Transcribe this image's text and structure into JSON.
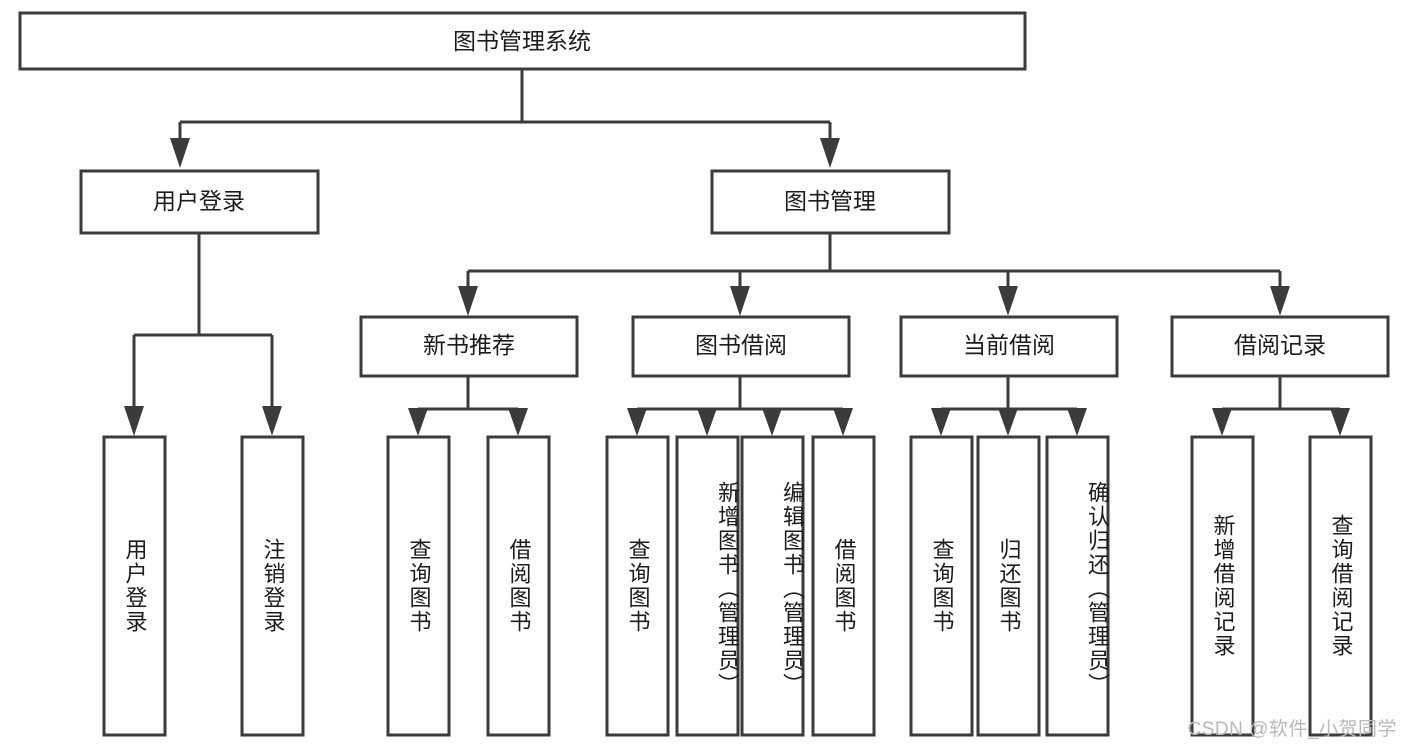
{
  "diagram": {
    "title": "图书管理系统",
    "type": "tree",
    "watermark": "CSDN @软件_小贺同学",
    "colors": {
      "stroke": "#3b3b3b",
      "fill": "#ffffff",
      "text": "#1c1c1c",
      "watermark": "#b9b9b9",
      "background": "#ffffff"
    },
    "root": {
      "label": "图书管理系统",
      "level": 1
    },
    "level2": [
      {
        "label": "用户登录"
      },
      {
        "label": "图书管理"
      }
    ],
    "level3": [
      {
        "label": "新书推荐"
      },
      {
        "label": "图书借阅"
      },
      {
        "label": "当前借阅"
      },
      {
        "label": "借阅记录"
      }
    ],
    "leaves": {
      "user_login": [
        {
          "label": "用户登录"
        },
        {
          "label": "注销登录"
        }
      ],
      "new_book_recommend": [
        {
          "label": "查询图书"
        },
        {
          "label": "借阅图书"
        }
      ],
      "book_borrow": [
        {
          "label": "查询图书"
        },
        {
          "label": "新增图书（管理员）"
        },
        {
          "label": "编辑图书（管理员）"
        },
        {
          "label": "借阅图书"
        }
      ],
      "current_borrow": [
        {
          "label": "查询图书"
        },
        {
          "label": "归还图书"
        },
        {
          "label": "确认归还（管理员）"
        }
      ],
      "borrow_record": [
        {
          "label": "新增借阅记录"
        },
        {
          "label": "查询借阅记录"
        }
      ]
    }
  }
}
